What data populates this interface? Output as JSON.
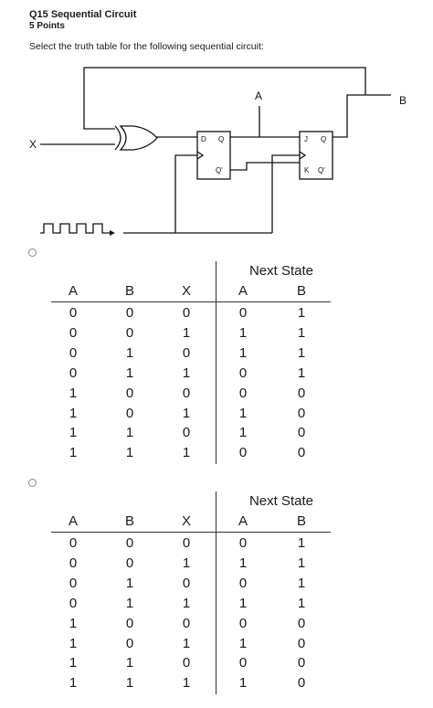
{
  "question": {
    "title": "Q15 Sequential Circuit",
    "points": "5 Points",
    "prompt": "Select the truth table for the following sequential circuit:"
  },
  "circuit": {
    "input_label": "X",
    "node_a_label": "A",
    "output_b_label": "B",
    "ff1": {
      "d": "D",
      "q": "Q",
      "qbar": "Q'"
    },
    "ff2": {
      "j": "J",
      "q": "Q",
      "k": "K",
      "qbar": "Q'"
    }
  },
  "options": [
    {
      "next_state_label": "Next State",
      "headers": [
        "A",
        "B",
        "X",
        "A",
        "B"
      ],
      "rows": [
        [
          "0",
          "0",
          "0",
          "0",
          "1"
        ],
        [
          "0",
          "0",
          "1",
          "1",
          "1"
        ],
        [
          "0",
          "1",
          "0",
          "1",
          "1"
        ],
        [
          "0",
          "1",
          "1",
          "0",
          "1"
        ],
        [
          "1",
          "0",
          "0",
          "0",
          "0"
        ],
        [
          "1",
          "0",
          "1",
          "1",
          "0"
        ],
        [
          "1",
          "1",
          "0",
          "1",
          "0"
        ],
        [
          "1",
          "1",
          "1",
          "0",
          "0"
        ]
      ]
    },
    {
      "next_state_label": "Next State",
      "headers": [
        "A",
        "B",
        "X",
        "A",
        "B"
      ],
      "rows": [
        [
          "0",
          "0",
          "0",
          "0",
          "1"
        ],
        [
          "0",
          "0",
          "1",
          "1",
          "1"
        ],
        [
          "0",
          "1",
          "0",
          "0",
          "1"
        ],
        [
          "0",
          "1",
          "1",
          "1",
          "1"
        ],
        [
          "1",
          "0",
          "0",
          "0",
          "0"
        ],
        [
          "1",
          "0",
          "1",
          "1",
          "0"
        ],
        [
          "1",
          "1",
          "0",
          "0",
          "0"
        ],
        [
          "1",
          "1",
          "1",
          "1",
          "0"
        ]
      ]
    }
  ]
}
